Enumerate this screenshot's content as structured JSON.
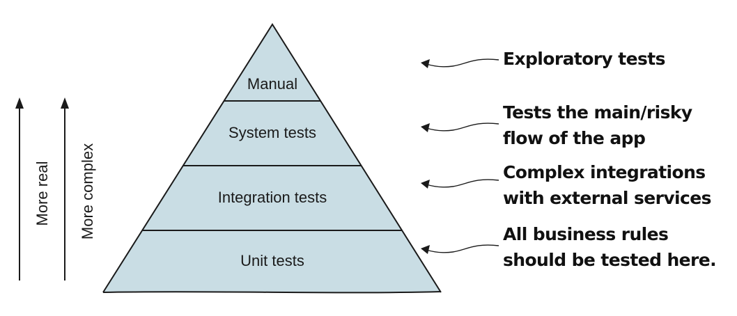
{
  "pyramid": {
    "fill_color": "#c9dde4",
    "layers": [
      {
        "label": "Manual"
      },
      {
        "label": "System tests"
      },
      {
        "label": "Integration tests"
      },
      {
        "label": "Unit tests"
      }
    ]
  },
  "axes": [
    {
      "label": "More real"
    },
    {
      "label": "More complex"
    }
  ],
  "notes": [
    {
      "lines": [
        "Exploratory tests"
      ]
    },
    {
      "lines": [
        "Tests the main/risky",
        "flow of the app"
      ]
    },
    {
      "lines": [
        "Complex integrations",
        "with external services"
      ]
    },
    {
      "lines": [
        "All business rules",
        "should be tested here."
      ]
    }
  ]
}
